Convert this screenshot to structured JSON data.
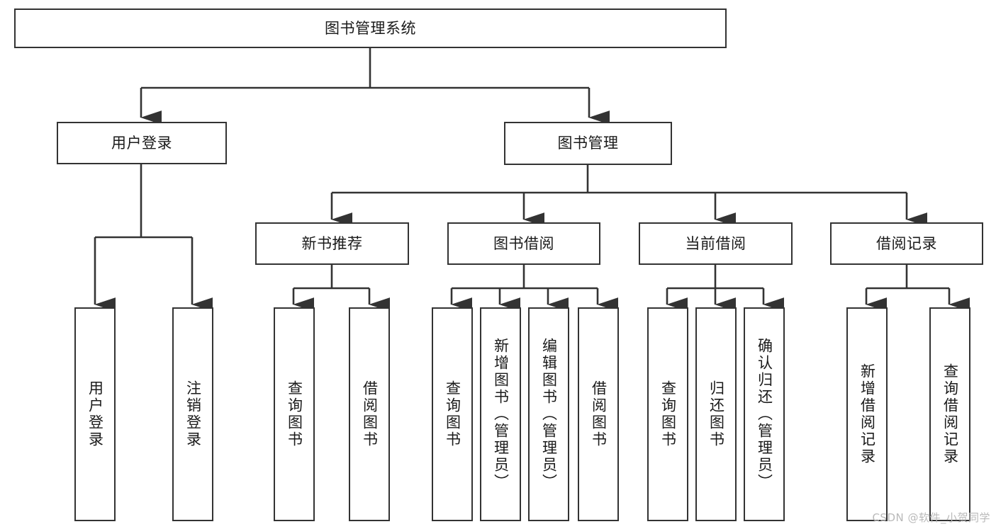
{
  "diagram": {
    "title": "图书管理系统",
    "type": "functional-structure-tree",
    "stroke_color": "#333333",
    "background_color": "#ffffff",
    "watermark": "CSDN @软件_小贺同学"
  },
  "nodes": {
    "root": {
      "label": "图书管理系统"
    },
    "level2": [
      {
        "label": "用户登录"
      },
      {
        "label": "图书管理"
      }
    ],
    "level3": [
      {
        "label": "新书推荐"
      },
      {
        "label": "图书借阅"
      },
      {
        "label": "当前借阅"
      },
      {
        "label": "借阅记录"
      }
    ],
    "leaves_user_login": [
      {
        "label": "用户登录"
      },
      {
        "label": "注销登录"
      }
    ],
    "leaves_new_book": [
      {
        "label": "查询图书"
      },
      {
        "label": "借阅图书"
      }
    ],
    "leaves_borrow": [
      {
        "label": "查询图书"
      },
      {
        "label": "新增图书（管理员）"
      },
      {
        "label": "编辑图书（管理员）"
      },
      {
        "label": "借阅图书"
      }
    ],
    "leaves_current": [
      {
        "label": "查询图书"
      },
      {
        "label": "归还图书"
      },
      {
        "label": "确认归还（管理员）"
      }
    ],
    "leaves_records": [
      {
        "label": "新增借阅记录"
      },
      {
        "label": "查询借阅记录"
      }
    ]
  }
}
